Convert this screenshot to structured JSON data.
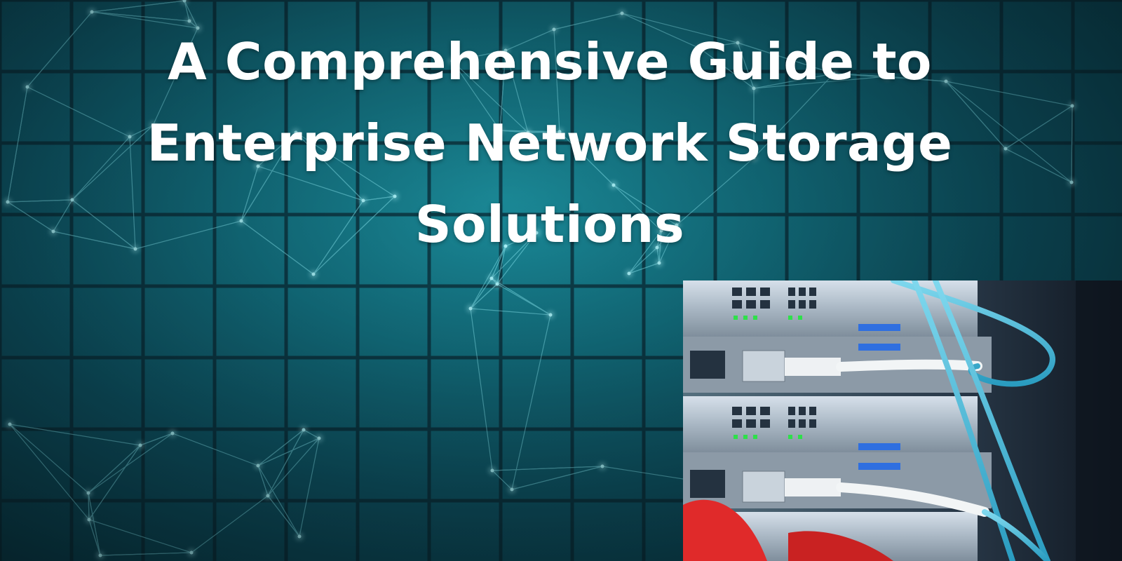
{
  "title": {
    "line1": "A Comprehensive Guide to",
    "line2": "Enterprise Network Storage",
    "line3": "Solutions"
  },
  "colors": {
    "background_center": "#1b8a98",
    "background_edge": "#0a3a48",
    "grid_line": "#0b2f3b",
    "network_line": "#7fe3ee",
    "title_text": "#ffffff",
    "cable": "#3fb8d6",
    "server_metal": "#b9c6d2",
    "led_green": "#2ee04a",
    "red_accent": "#e02a2a"
  },
  "background": {
    "pattern": "dark teal grid with glowing network node lines"
  },
  "photo": {
    "subject": "server-rack-with-fiber-cables"
  }
}
